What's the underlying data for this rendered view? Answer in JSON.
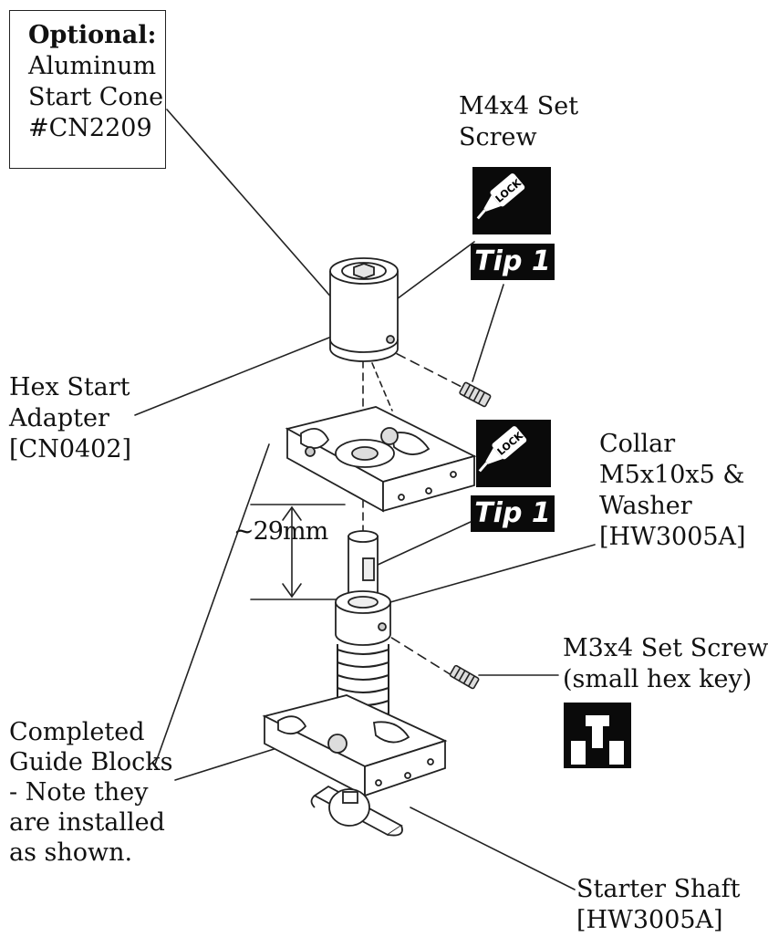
{
  "optional_box": {
    "title": "Optional:",
    "lines": [
      "Aluminum",
      "Start Cone",
      "#CN2209"
    ]
  },
  "labels": {
    "m4_set_screw": [
      "M4x4 Set",
      "Screw"
    ],
    "hex_start_adapter": [
      "Hex Start",
      "Adapter",
      "[CN0402]"
    ],
    "collar": [
      "Collar",
      "M5x10x5 &",
      "Washer",
      "[HW3005A]"
    ],
    "dimension": "~29mm",
    "m3_set_screw": [
      "M3x4 Set Screw",
      "(small hex key)"
    ],
    "guide_blocks": [
      "Completed",
      "Guide Blocks",
      "- Note they",
      "are installed",
      "as shown."
    ],
    "starter_shaft": [
      "Starter Shaft",
      "[HW3005A]"
    ]
  },
  "badges": {
    "tip_top": "Tip 1",
    "tip_mid": "Tip 1",
    "lock_text": "LOCK"
  },
  "icons": [
    "lock-thread-icon",
    "lock-thread-icon",
    "hex-key-icon"
  ]
}
